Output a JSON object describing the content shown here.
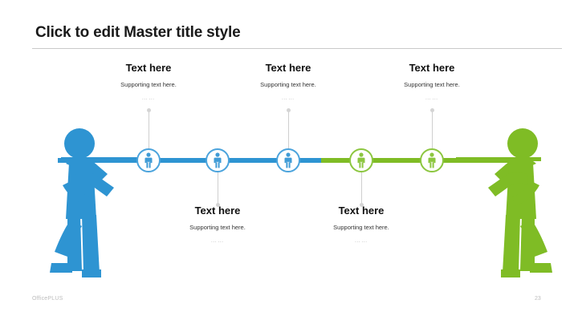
{
  "slide": {
    "title": "Click to edit Master title style",
    "background_color": "#ffffff",
    "accent_blue": "#2e94d2",
    "accent_green": "#7fbc25",
    "title_color": "#1a1a1a"
  },
  "callouts": [
    {
      "id": "callout-top-1",
      "heading": "Text here",
      "supporting": "Supporting text here.",
      "dots": "……",
      "position": "top",
      "color": "#2e94d2"
    },
    {
      "id": "callout-bottom-1",
      "heading": "Text here",
      "supporting": "Supporting text here.",
      "dots": "……",
      "position": "bottom",
      "color": "#2e94d2"
    },
    {
      "id": "callout-top-2",
      "heading": "Text here",
      "supporting": "Supporting text here.",
      "dots": "……",
      "position": "top",
      "color": "#2e94d2"
    },
    {
      "id": "callout-bottom-2",
      "heading": "Text here",
      "supporting": "Supporting text here.",
      "dots": "……",
      "position": "bottom",
      "color": "#7fbc25"
    },
    {
      "id": "callout-top-3",
      "heading": "Text here",
      "supporting": "Supporting text here.",
      "dots": "……",
      "position": "top",
      "color": "#7fbc25"
    }
  ],
  "timeline": {
    "nodes": [
      {
        "id": "milestone-1",
        "color": "blue",
        "icon": "person-icon"
      },
      {
        "id": "milestone-2",
        "color": "blue",
        "icon": "person-icon"
      },
      {
        "id": "milestone-3",
        "color": "blue",
        "icon": "person-icon"
      },
      {
        "id": "milestone-4",
        "color": "green",
        "icon": "person-icon"
      },
      {
        "id": "milestone-5",
        "color": "green",
        "icon": "person-icon"
      }
    ],
    "left_segment_color": "#2e94d2",
    "right_segment_color": "#7fbc25"
  },
  "figures": [
    {
      "id": "figure-left",
      "icon": "person-pulling-rope-icon",
      "color": "#2e94d2",
      "facing": "right"
    },
    {
      "id": "figure-right",
      "icon": "person-pulling-rope-icon",
      "color": "#7fbc25",
      "facing": "left"
    }
  ],
  "footer": {
    "brand": "OfficePLUS",
    "page_number": "23"
  }
}
